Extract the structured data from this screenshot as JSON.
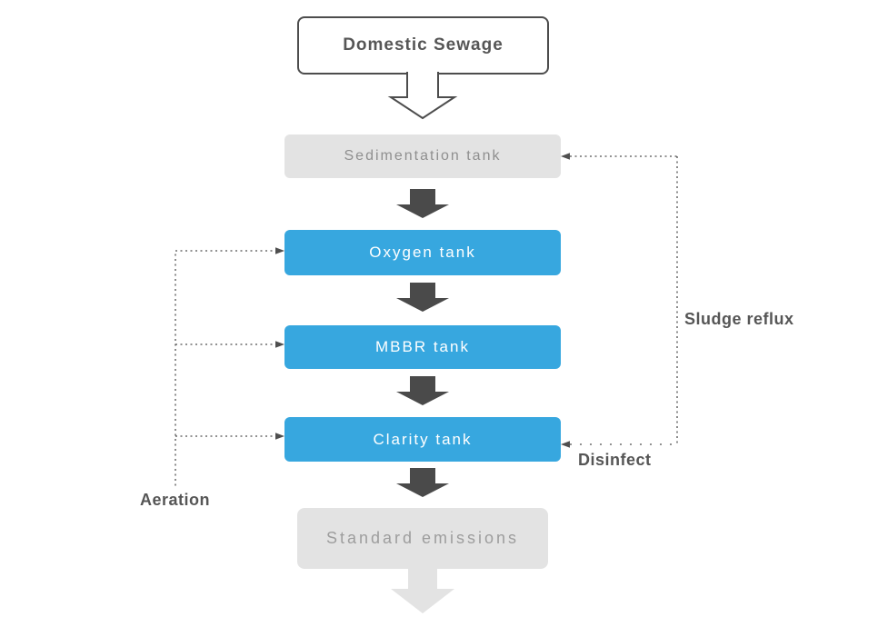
{
  "colors": {
    "ink_dark": "#4d4d4d",
    "arrow_dark": "#4a4a4a",
    "node_blue": "#37a7df",
    "node_gray": "#e3e3e3",
    "gray_text": "#8f8f8f",
    "gray_text_light": "#9d9d9d",
    "label_dark": "#565656",
    "dotted_line": "#4f4f4f"
  },
  "nodes": {
    "domestic_sewage": "Domestic Sewage",
    "sedimentation": "Sedimentation tank",
    "oxygen": "Oxygen tank",
    "mbbr": "MBBR tank",
    "clarity": "Clarity tank",
    "standard_emissions": "Standard emissions"
  },
  "annotations": {
    "sludge_reflux": "Sludge reflux",
    "disinfect": "Disinfect",
    "aeration": "Aeration"
  }
}
